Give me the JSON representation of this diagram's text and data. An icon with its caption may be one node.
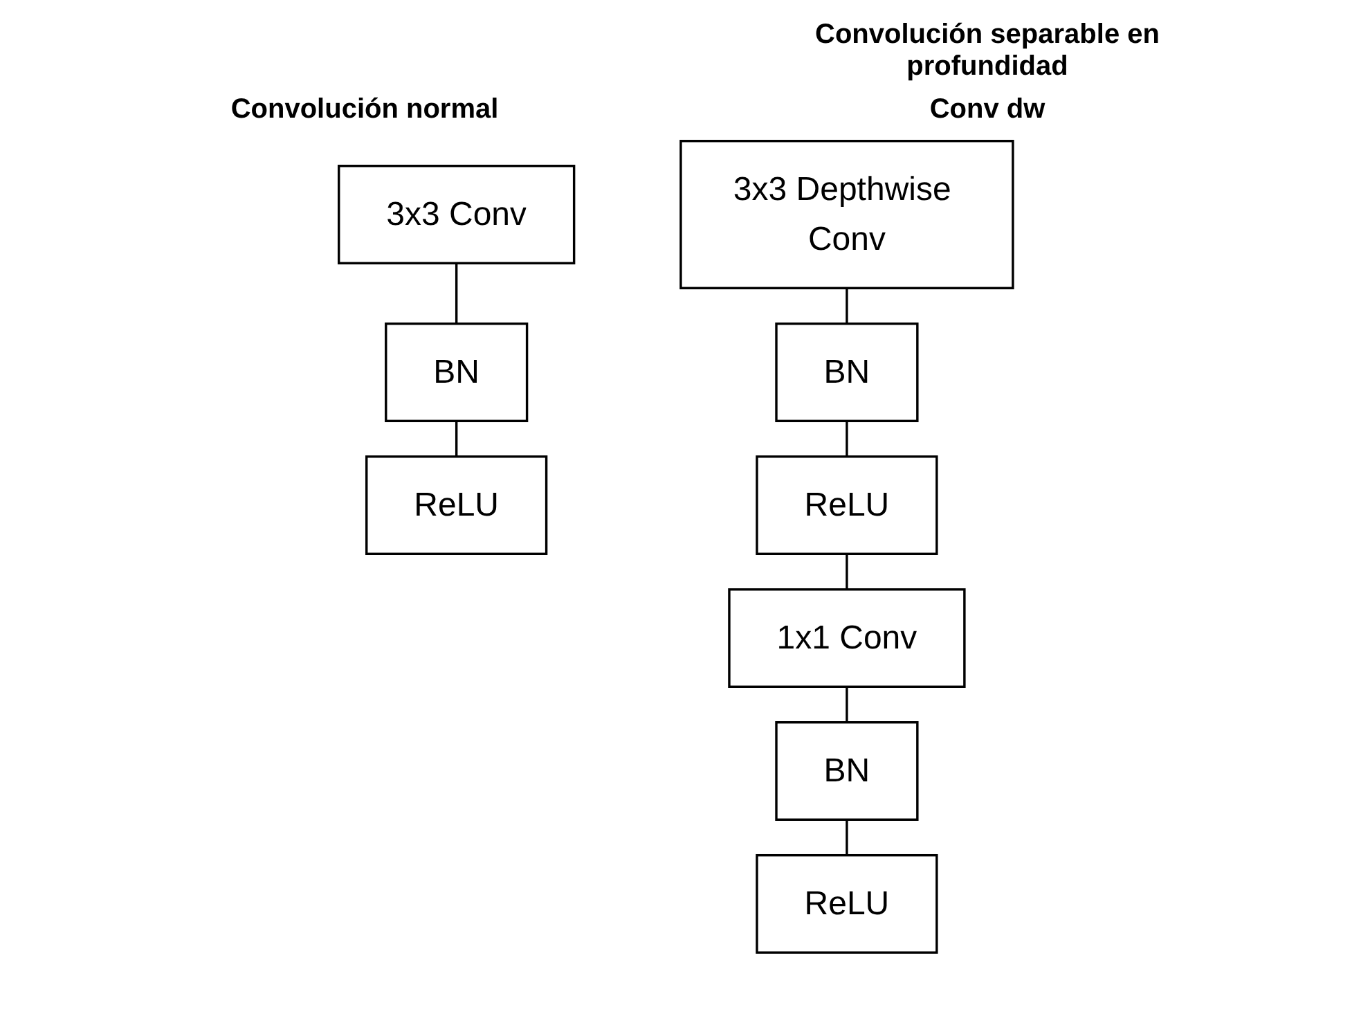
{
  "diagram": {
    "nodes": [
      {
        "text": [
          "3x3 Conv"
        ]
      },
      {
        "text": [
          "BN"
        ]
      },
      {
        "text": [
          "ReLU"
        ]
      },
      {
        "text": [
          "3x3 Depthwise Conv"
        ]
      },
      {
        "text": [
          "BN"
        ]
      },
      {
        "text": [
          "ReLU"
        ]
      },
      {
        "text": [
          "1x1 Conv"
        ]
      },
      {
        "text": [
          "BN"
        ]
      },
      {
        "text": [
          "ReLU"
        ]
      }
    ],
    "edges": [
      {
        "from": 0,
        "to": 1,
        "arrow": "none"
      },
      {
        "from": 1,
        "to": 2,
        "arrow": "none"
      },
      {
        "from": 3,
        "to": 4,
        "arrow": "none"
      },
      {
        "from": 4,
        "to": 5,
        "arrow": "none"
      },
      {
        "from": 5,
        "to": 6,
        "arrow": "none"
      },
      {
        "from": 6,
        "to": 7,
        "arrow": "none"
      },
      {
        "from": 7,
        "to": 8,
        "arrow": "none"
      }
    ],
    "labels": [
      "Convolución separable en profundidad",
      "Convolución normal",
      "Conv dw"
    ]
  }
}
